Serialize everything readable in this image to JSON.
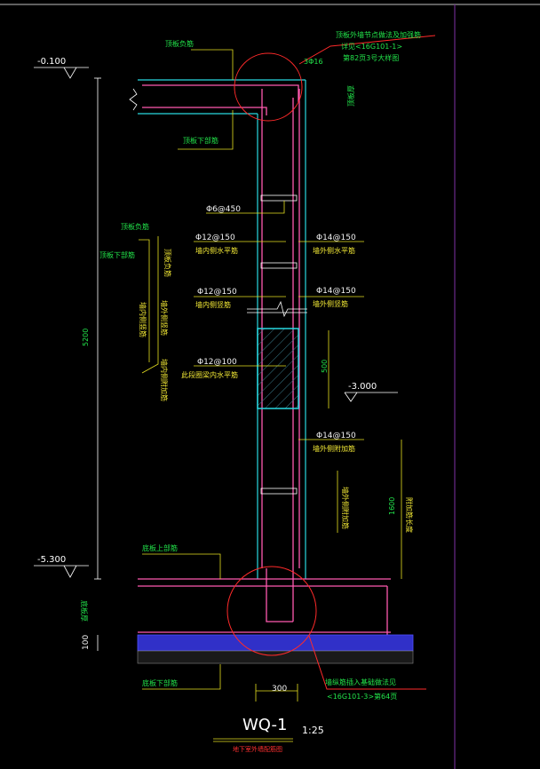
{
  "drawing": {
    "title": "WQ-1",
    "scale": "1:25",
    "subtitle": "地下室外墙配筋图",
    "colors": {
      "background": "#000000",
      "wall_outline": "#28d8e0",
      "rebar": "#ff5ab0",
      "annotation": "#22e34a",
      "leader": "#e6e020",
      "callout": "#ff2a2a",
      "slab_fill": "#3030c8"
    }
  },
  "levels": {
    "top": "-0.100",
    "mid": "-3.000",
    "bottom": "-5.300"
  },
  "dimensions": {
    "wall_height": "5200",
    "opening_height": "500",
    "additional_length": "1600",
    "wall_base_width": "300",
    "cover_100": "100"
  },
  "labels": {
    "top_slab_top_bar": "顶板负筋",
    "top_slab_bottom_bar": "顶板下部筋",
    "corner_callout_1": "顶板外墙节点做法及加强筋",
    "corner_callout_2": "详见<16G101-1>",
    "corner_callout_3": "第82页3号大样图",
    "corner_bar": "3Φ16",
    "stirrup": "Φ6@450",
    "inner_horizontal_spec": "Φ12@150",
    "inner_horizontal_name": "墙内侧水平筋",
    "outer_horizontal_spec": "Φ14@150",
    "outer_horizontal_name": "墙外侧水平筋",
    "inner_vertical_spec": "Φ12@150",
    "inner_vertical_name": "墙内侧竖筋",
    "outer_vertical_spec": "Φ14@150",
    "outer_vertical_name": "墙外侧竖筋",
    "ring_spec": "Φ12@100",
    "ring_name": "此段圈梁内水平筋",
    "outer_additional_spec": "Φ14@150",
    "outer_additional_name": "墙外侧附加筋",
    "slab_top_bar_left": "顶板负筋",
    "slab_bottom_bar_left": "顶板下部筋",
    "left_vertical_1": "墙内侧竖筋",
    "left_vertical_2": "墙外侧竖筋",
    "left_vertical_3": "墙内侧附加筋",
    "left_vertical_4": "顶板负筋",
    "right_vertical_1": "墙外侧附加筋",
    "right_vertical_2": "附加筋长度",
    "bottom_top_bar": "底板上部筋",
    "bottom_bottom_bar": "底板下部筋",
    "bottom_thickness": "底板厚",
    "base_callout_1": "墙纵筋插入基础做法见",
    "base_callout_2": "<16G101-3>第64页",
    "top_right_size": "顶板厚"
  }
}
